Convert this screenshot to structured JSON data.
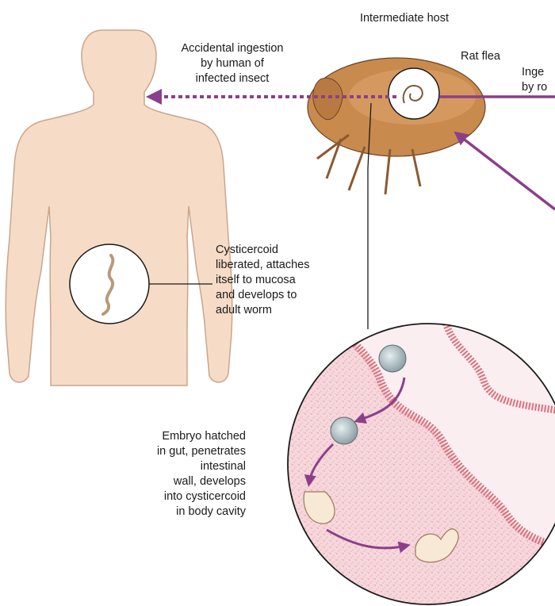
{
  "labels": {
    "intermediate_host": "Intermediate host",
    "rat_flea": "Rat flea",
    "accidental_ingestion": "Accidental ingestion\nby human of\ninfected insect",
    "ingestion_by_rodent": "Inge\nby ro",
    "cysticercoid_liberated": "Cysticercoid\nliberated, attaches\nitself to mucosa\nand develops to\nadult worm",
    "embryo_hatched": "Embryo hatched\nin gut, penetrates\nintestinal\nwall, develops\ninto cysticercoid\nin body cavity"
  },
  "colors": {
    "arrow_purple": "#8b3f8a",
    "skin": "#f6dcc6",
    "skin_outline": "#c9a58d",
    "flea_body": "#c98a4e",
    "tissue_pink": "#f3c9cf",
    "gut_wall": "#d9707f"
  }
}
